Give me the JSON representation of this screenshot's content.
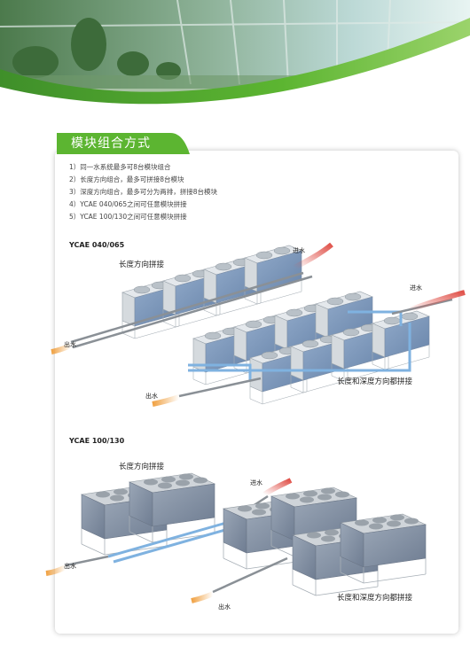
{
  "section": {
    "title": "模块组合方式"
  },
  "list": [
    "1）同一水系统最多可8台模块组合",
    "2）长度方向组合，最多可拼接8台模块",
    "3）深度方向组合，最多可分为两排，拼接8台模块",
    "4）YCAE 040/065之间可任意模块拼接",
    "5）YCAE 100/130之间可任意模块拼接"
  ],
  "diagram_a": {
    "model": "YCAE 040/065",
    "length_label": "长度方向拼接",
    "both_label": "长度和深度方向都拼接",
    "inlet_1": "进水",
    "inlet_2": "进水",
    "outlet_1": "出水",
    "outlet_2": "出水"
  },
  "diagram_b": {
    "model": "YCAE 100/130",
    "length_label": "长度方向拼接",
    "both_label": "长度和深度方向都拼接",
    "inlet_1": "进水",
    "outlet_1": "出水",
    "outlet_2": "出水"
  },
  "colors": {
    "accent_green": "#5cb531",
    "pipe_blue": "#7fb2e0",
    "inlet_red": "#e0524a",
    "outlet_orange": "#f0a040"
  }
}
